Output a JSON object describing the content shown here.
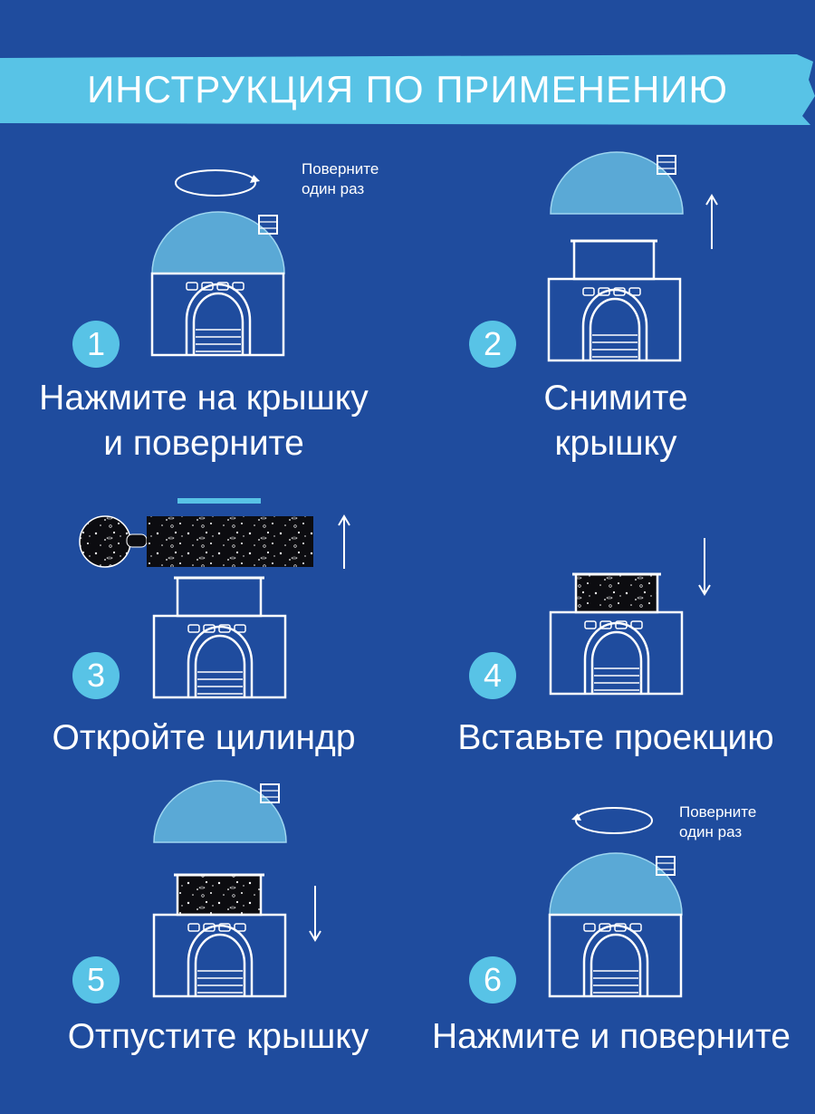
{
  "header": {
    "title": "ИНСТРУКЦИЯ ПО ПРИМЕНЕНИЮ"
  },
  "colors": {
    "background": "#1f4c9e",
    "accent": "#58c3e6",
    "dome": "#5aa9d6",
    "outline": "#ffffff"
  },
  "steps": [
    {
      "number": "1",
      "caption_line1": "Нажмите на крышку",
      "caption_line2": "и поверните",
      "note_line1": "Поверните",
      "note_line2": "один раз"
    },
    {
      "number": "2",
      "caption_line1": "Снимите",
      "caption_line2": "крышку"
    },
    {
      "number": "3",
      "caption_line1": "Откройте цилиндр"
    },
    {
      "number": "4",
      "caption_line1": "Вставьте проекцию"
    },
    {
      "number": "5",
      "caption_line1": "Отпустите крышку"
    },
    {
      "number": "6",
      "caption_line1": "Нажмите и поверните",
      "note_line1": "Поверните",
      "note_line2": "один раз"
    }
  ]
}
